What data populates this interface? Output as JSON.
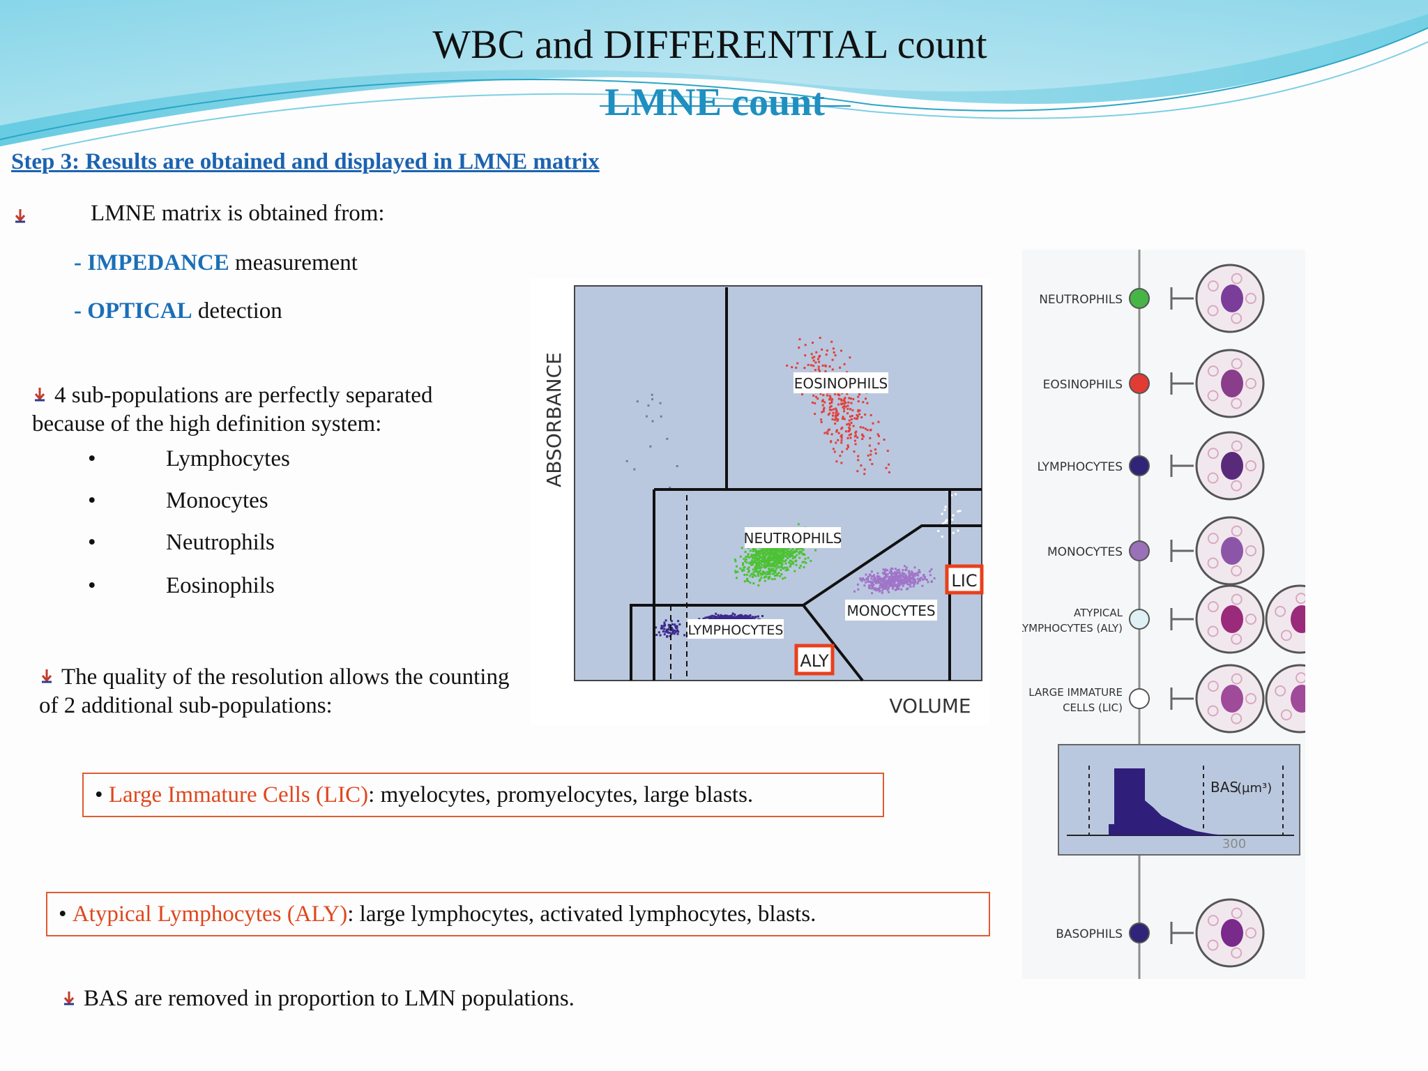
{
  "title": "WBC and DIFFERENTIAL count",
  "subtitle": "LMNE count",
  "step_heading": "Step 3: Results are obtained and displayed in LMNE matrix",
  "matrix_intro": "LMNE matrix is obtained from:",
  "sources": [
    {
      "prefix": "- ",
      "highlight": "IMPEDANCE",
      "rest": " measurement"
    },
    {
      "prefix": "- ",
      "highlight": "OPTICAL",
      "rest": " detection"
    }
  ],
  "subpop_intro_line1": "4 sub-populations are perfectly separated",
  "subpop_intro_line2": "because of the high definition system:",
  "subpopulations": [
    "Lymphocytes",
    "Monocytes",
    "Neutrophils",
    "Eosinophils"
  ],
  "resolution_line1": "The quality of the resolution allows the counting",
  "resolution_line2": "of 2 additional sub-populations:",
  "lic_box": {
    "term": "Large Immature Cells (LIC)",
    "desc": " : myelocytes, promyelocytes, large blasts."
  },
  "aly_box": {
    "term": "Atypical Lymphocytes (ALY)",
    "desc": " : large lymphocytes, activated lymphocytes, blasts."
  },
  "bas_note": "BAS are removed in proportion to LMN populations.",
  "scatter": {
    "y_axis_label": "ABSORBANCE",
    "x_axis_label": "VOLUME",
    "regions": [
      "EOSINOPHILS",
      "NEUTROPHILS",
      "MONOCYTES",
      "LYMPHOCYTES",
      "ALY",
      "LIC"
    ],
    "colors": {
      "eosinophils": "#e0403a",
      "neutrophils": "#4cc233",
      "monocytes": "#a074c8",
      "lymphocytes": "#3b2a8c",
      "highlight": "#e8401c",
      "background": "#bac8df"
    }
  },
  "legend": {
    "items": [
      {
        "label": "NEUTROPHILS",
        "color": "#46b545"
      },
      {
        "label": "EOSINOPHILS",
        "color": "#e23b33"
      },
      {
        "label": "LYMPHOCYTES",
        "color": "#2f2478"
      },
      {
        "label": "MONOCYTES",
        "color": "#9a70b8"
      },
      {
        "label_line1": "ATYPICAL",
        "label_line2": "LYMPHOCYTES (ALY)",
        "color": "#dff1f5"
      },
      {
        "label_line1": "LARGE IMMATURE",
        "label_line2": "CELLS (LIC)",
        "color": "#ffffff"
      },
      {
        "label": "BASOPHILS",
        "color": "#2f2478"
      }
    ],
    "histogram_label": "BAS",
    "histogram_unit": "(µm³)",
    "histogram_tick": "300"
  }
}
